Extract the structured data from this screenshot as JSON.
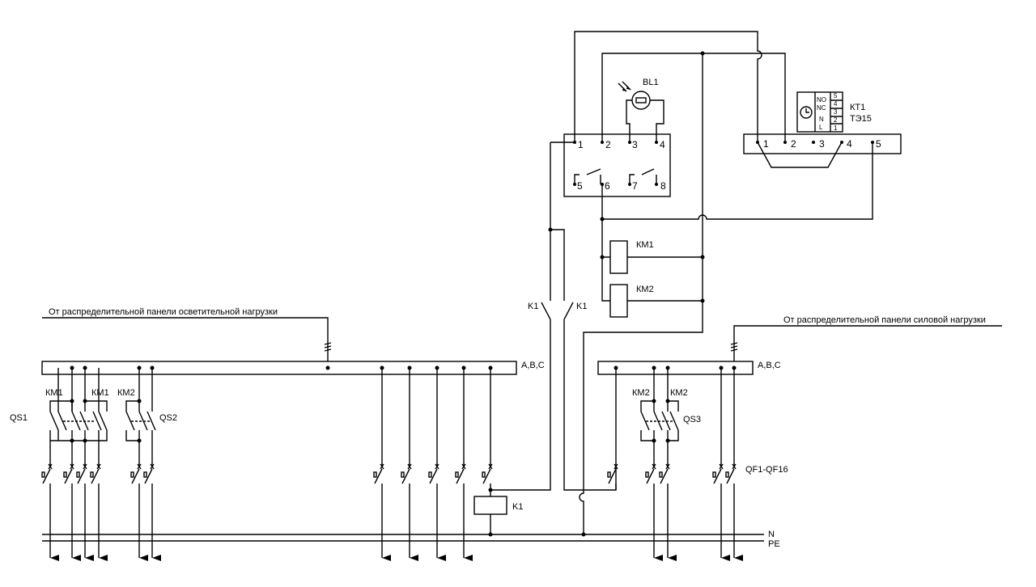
{
  "feeds": {
    "lighting": "От распределительной панели осветительной нагрузки",
    "power": "От распределительной панели силовой нагрузки"
  },
  "buses": {
    "left_label": "A,B,C",
    "right_label": "A,B,C",
    "n_label": "N",
    "pe_label": "PE"
  },
  "devices": {
    "qs1": "QS1",
    "qs2": "QS2",
    "qs3": "QS3",
    "km1": "КМ1",
    "km2": "КМ2",
    "k1": "K1",
    "bl1": "BL1",
    "kt1": "КТ1",
    "kt1_type": "ТЭ15",
    "qf_range": "QF1-QF16"
  },
  "photo_relay": {
    "pins": [
      "1",
      "2",
      "3",
      "4",
      "5",
      "6",
      "7",
      "8"
    ]
  },
  "timer": {
    "pins": [
      "1",
      "2",
      "3",
      "4",
      "5"
    ],
    "labels": [
      "NO",
      "NC",
      "N",
      "L"
    ],
    "numbers": [
      "5",
      "4",
      "3",
      "2",
      "1"
    ]
  }
}
